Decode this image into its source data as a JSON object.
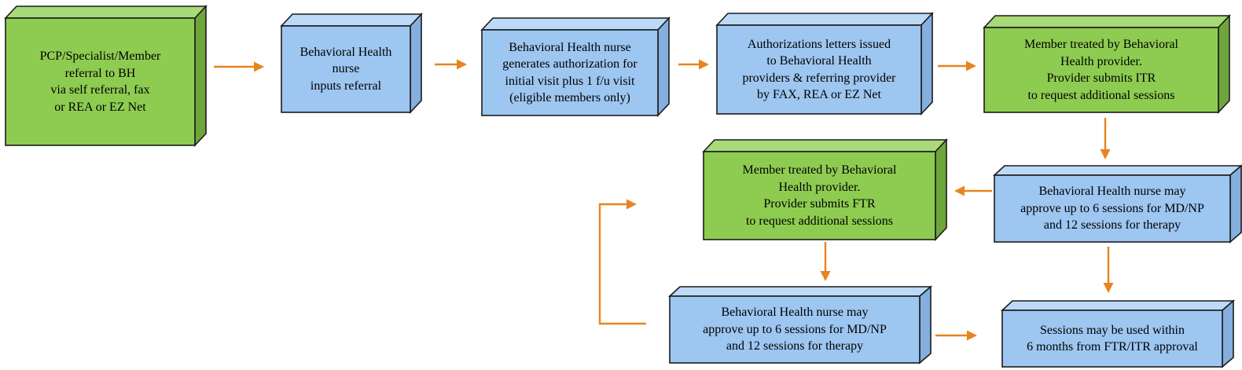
{
  "colors": {
    "green_front": "#8ECC51",
    "green_top": "#A8DA78",
    "green_right": "#6FA63C",
    "blue_front": "#9DC6F0",
    "blue_top": "#BCD9F8",
    "blue_right": "#85AFDE",
    "arrow": "#E8841F",
    "border": "#1B1B1B",
    "text": "#000000",
    "background": "#FFFFFF"
  },
  "nodes": [
    {
      "id": "referral-source",
      "color": "green",
      "text": "PCP/Specialist/Member\nreferral to BH\nvia self referral, fax\nor REA or EZ Net"
    },
    {
      "id": "nurse-inputs-referral",
      "color": "blue",
      "text": "Behavioral Health\nnurse\ninputs referral"
    },
    {
      "id": "nurse-generates-auth",
      "color": "blue",
      "text": "Behavioral Health nurse\ngenerates authorization for\ninitial visit plus 1 f/u visit\n(eligible members only)"
    },
    {
      "id": "auth-letters-issued",
      "color": "blue",
      "text": "Authorizations letters issued\nto Behavioral Health\nproviders & referring provider\nby FAX, REA or EZ Net"
    },
    {
      "id": "member-treated-itr",
      "color": "green",
      "text": "Member treated by Behavioral\nHealth provider.\nProvider submits ITR\nto request additional sessions"
    },
    {
      "id": "nurse-approves-itr",
      "color": "blue",
      "text": "Behavioral Health nurse may\napprove up to 6 sessions for MD/NP\nand 12 sessions for therapy"
    },
    {
      "id": "member-treated-ftr",
      "color": "green",
      "text": "Member treated by Behavioral\nHealth provider.\nProvider submits FTR\nto request additional sessions"
    },
    {
      "id": "nurse-approves-ftr",
      "color": "blue",
      "text": "Behavioral Health nurse may\napprove up to 6 sessions for MD/NP\nand 12 sessions for therapy"
    },
    {
      "id": "sessions-validity",
      "color": "blue",
      "text": "Sessions may be used within\n6 months from FTR/ITR approval"
    }
  ],
  "connections": [
    {
      "from": "referral-source",
      "to": "nurse-inputs-referral"
    },
    {
      "from": "nurse-inputs-referral",
      "to": "nurse-generates-auth"
    },
    {
      "from": "nurse-generates-auth",
      "to": "auth-letters-issued"
    },
    {
      "from": "auth-letters-issued",
      "to": "member-treated-itr"
    },
    {
      "from": "member-treated-itr",
      "to": "nurse-approves-itr"
    },
    {
      "from": "nurse-approves-itr",
      "to": "member-treated-ftr"
    },
    {
      "from": "member-treated-ftr",
      "to": "nurse-approves-ftr"
    },
    {
      "from": "nurse-approves-ftr",
      "to": "member-treated-ftr",
      "note": "loop-back"
    },
    {
      "from": "nurse-approves-ftr",
      "to": "sessions-validity"
    },
    {
      "from": "nurse-approves-itr",
      "to": "sessions-validity"
    }
  ]
}
